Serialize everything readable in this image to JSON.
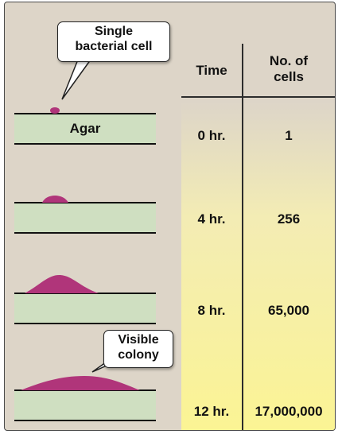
{
  "headers": {
    "time": "Time",
    "cells": [
      "No. of",
      "cells"
    ]
  },
  "rows": [
    {
      "time": "0 hr.",
      "cells": "1"
    },
    {
      "time": "4 hr.",
      "cells": "256"
    },
    {
      "time": "8 hr.",
      "cells": "65,000"
    },
    {
      "time": "12 hr.",
      "cells": "17,000,000"
    }
  ],
  "agar_label": "Agar",
  "callouts": {
    "single": [
      "Single",
      "bacterial cell"
    ],
    "colony": [
      "Visible",
      "colony"
    ]
  },
  "colors": {
    "colony": "#b0357a",
    "agar": "#cfdfc1",
    "highlight": "#fbf494",
    "background": "#ddd5c8"
  }
}
